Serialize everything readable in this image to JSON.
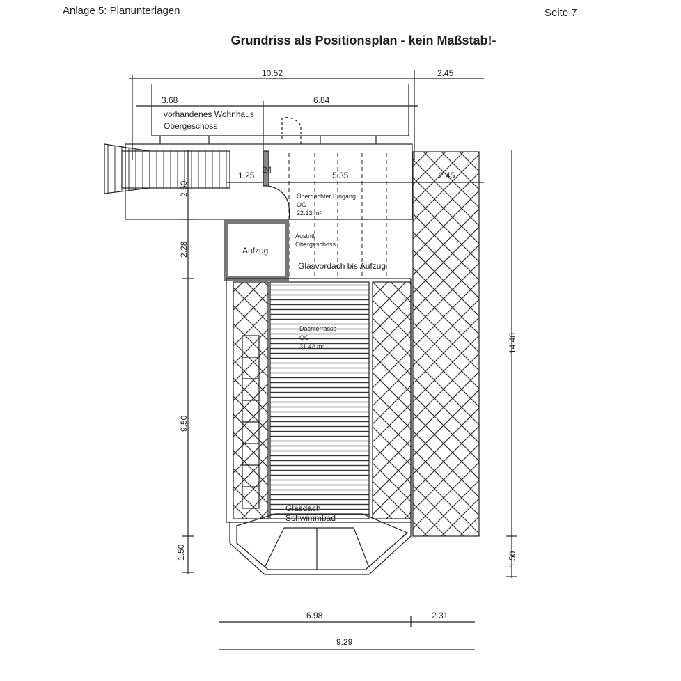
{
  "header": {
    "annex_label": "Anlage 5:",
    "annex_title": "Planunterlagen",
    "page": "Seite 7"
  },
  "title": "Grundriss als Positionsplan - kein Maßstab!-",
  "dimensions": {
    "top_total": "10.52",
    "top_right": "2.45",
    "house_left": "3.68",
    "house_right": "6.84",
    "entry_left": "1.25",
    "entry_wall": "24",
    "entry_width": "5.35",
    "entry_right": "2.45",
    "left_v1": "2.50",
    "left_v2": "2.28",
    "left_v3": "9.50",
    "left_v4": "1.50",
    "right_v1": "14.48",
    "right_v2": "1.50",
    "bottom_left": "6.98",
    "bottom_right": "2.31",
    "bottom_total": "9.29"
  },
  "labels": {
    "house_1": "vorhandenes Wohnhaus",
    "house_2": "Obergeschoss",
    "entry_1": "Überdachter Eingang",
    "entry_2": "OG",
    "entry_3": "22.13 m²",
    "exit_1": "Austritt",
    "exit_2": "Obergeschoss",
    "elevator": "Aufzug",
    "glass_canopy": "Glasvordach bis Aufzug",
    "terrace_1": "Dachterrasse",
    "terrace_2": "OG",
    "terrace_3": "31.42 m²",
    "pool_1": "Glasdach",
    "pool_2": "Schwimmbad"
  }
}
